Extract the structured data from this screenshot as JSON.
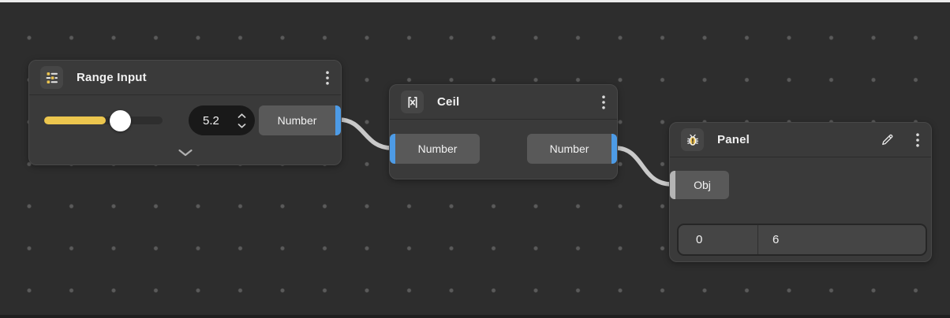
{
  "nodes": {
    "range": {
      "title": "Range Input",
      "value": "5.2",
      "slider_percent": 52,
      "output_label": "Number"
    },
    "ceil": {
      "title": "Ceil",
      "input_label": "Number",
      "output_label": "Number"
    },
    "panel": {
      "title": "Panel",
      "input_label": "Obj",
      "table_cells": [
        "0",
        "6"
      ]
    }
  },
  "icons": {
    "range": "sliders-icon",
    "ceil": "function-ceil-icon",
    "panel": "bug-icon",
    "header_actions": [
      "pencil-icon",
      "kebab-menu-icon"
    ]
  },
  "colors": {
    "background": "#2d2d2d",
    "grid_dot": "#5a5a5a",
    "node_bg": "#3a3a3a",
    "socket_bg": "#595959",
    "socket_number_accent": "#4d9be6",
    "socket_object_accent": "#b4b4b4",
    "wire": "#c9c9c9",
    "slider_fill": "#ecc64e"
  }
}
